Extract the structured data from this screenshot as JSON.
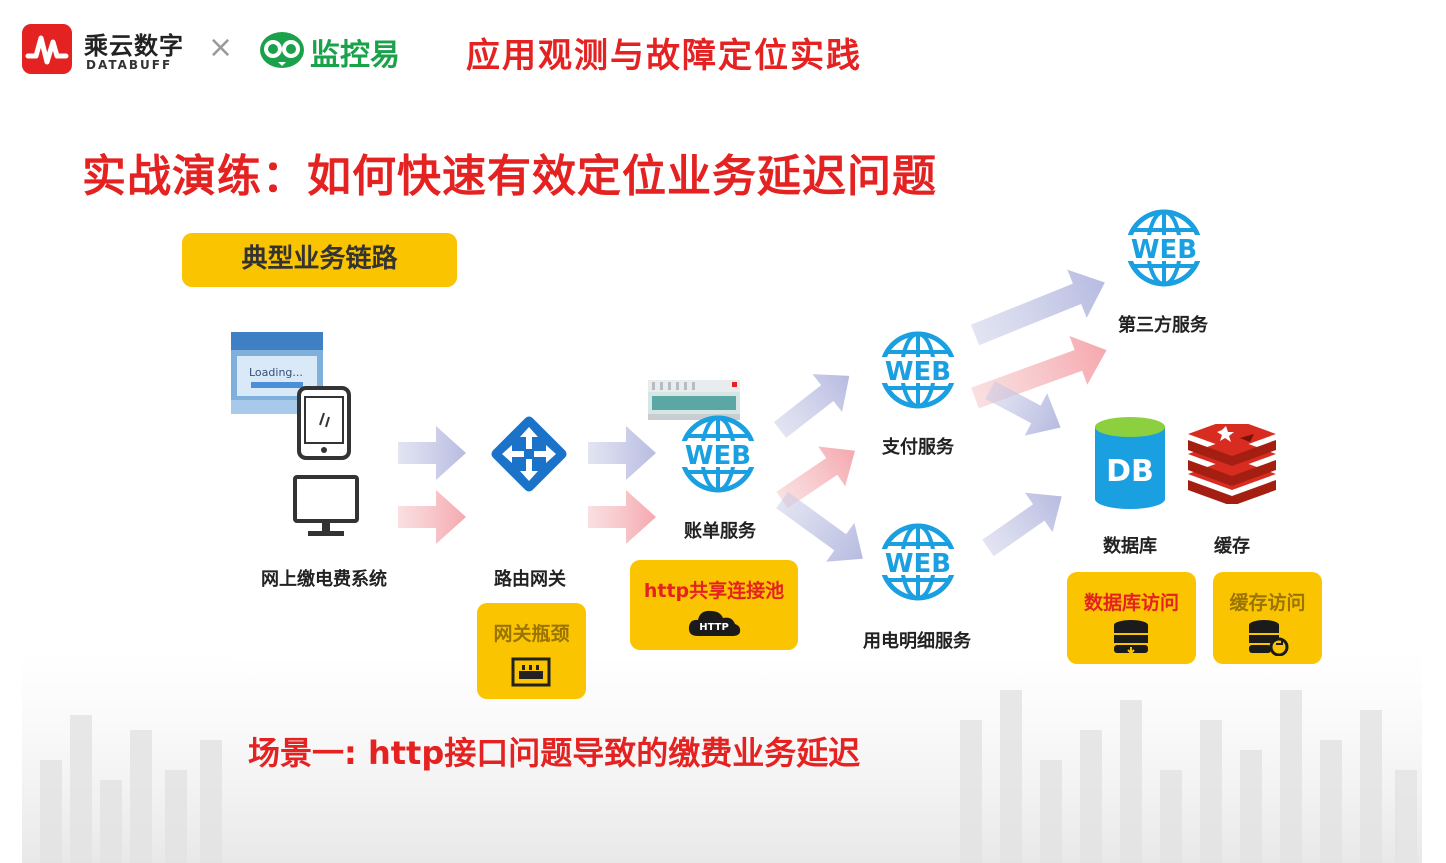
{
  "header": {
    "brand_cn": "乘云数字",
    "brand_en": "DATABUFF",
    "separator": "×",
    "brand2": "监控易",
    "title": "应用观测与故障定位实践"
  },
  "slide": {
    "title": "实战演练：如何快速有效定位业务延迟问题",
    "chip": "典型业务链路",
    "scenario": "场景一: http接口问题导致的缴费业务延迟"
  },
  "screenshot_text": {
    "loading": "Loading..."
  },
  "nodes": {
    "client": "网上缴电费系统",
    "gateway": "路由网关",
    "billing": "账单服务",
    "payment": "支付服务",
    "third_party": "第三方服务",
    "usage": "用电明细服务",
    "database": "数据库",
    "cache": "缓存"
  },
  "icon_text": {
    "web": "WEB",
    "db": "DB",
    "http": "HTTP"
  },
  "issues": {
    "gateway_bottleneck": "网关瓶颈",
    "http_pool": "http共享连接池",
    "db_access": "数据库访问",
    "cache_access": "缓存访问"
  },
  "colors": {
    "accent_red": "#e52222",
    "issue_yellow": "#fbc400",
    "web_blue": "#1a9fe0",
    "brand_green": "#1aa24b",
    "arrow_blue": "#c4c8e6",
    "arrow_red": "#f6b9bd"
  }
}
